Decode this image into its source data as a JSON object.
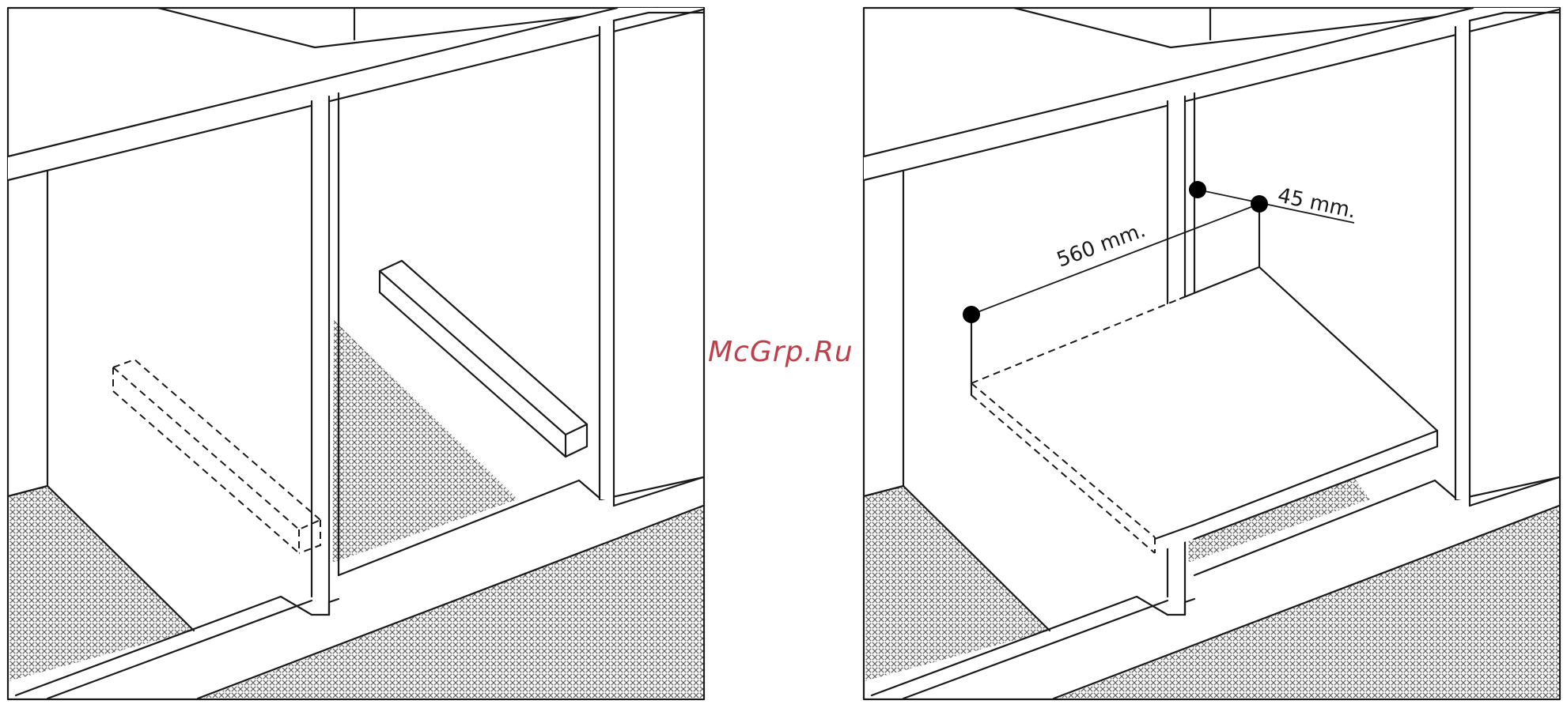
{
  "watermark": "McGrp.Ru",
  "dimensions": {
    "width_label": "560 mm.",
    "depth_label": "45 mm."
  }
}
